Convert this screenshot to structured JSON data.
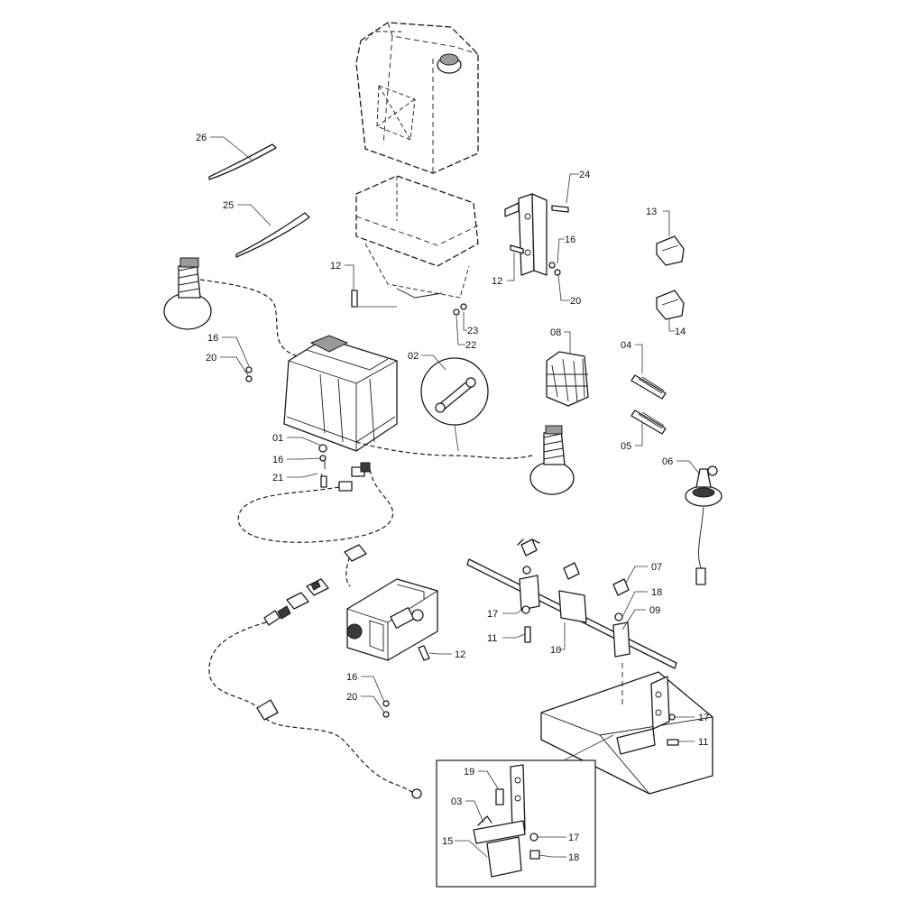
{
  "callouts": {
    "c26": "26",
    "c25": "25",
    "c12a": "12",
    "c16a": "16",
    "c20a": "20",
    "c02": "02",
    "c01": "01",
    "c16b": "16",
    "c21": "21",
    "c24": "24",
    "c16c": "16",
    "c12b": "12",
    "c20b": "20",
    "c23": "23",
    "c22": "22",
    "c08": "08",
    "c13": "13",
    "c14": "14",
    "c04": "04",
    "c05": "05",
    "c06": "06",
    "c07": "07",
    "c18a": "18",
    "c09": "09",
    "c17a": "17",
    "c11a": "11",
    "c10": "10",
    "c12c": "12",
    "c16d": "16",
    "c20c": "20",
    "c17b": "17",
    "c11b": "11",
    "c19": "19",
    "c03": "03",
    "c15": "15",
    "c17c": "17",
    "c18b": "18"
  },
  "colors": {
    "line": "#1a1a1a",
    "background": "#ffffff"
  }
}
